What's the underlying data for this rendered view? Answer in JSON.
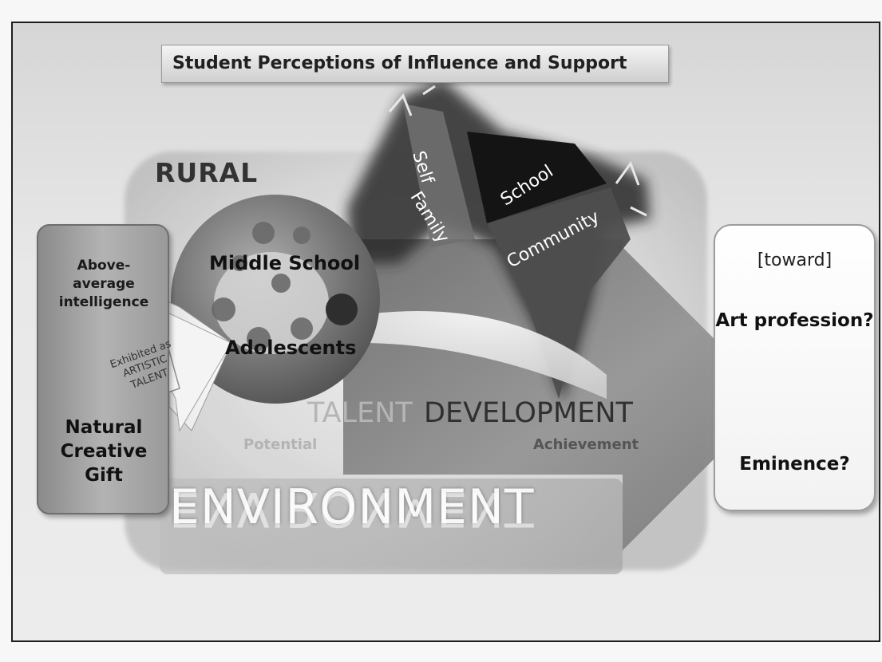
{
  "title": "Student Perceptions of  Influence and Support",
  "rural": "RURAL",
  "left_box": {
    "intelligence": "Above-average intelligence",
    "gift": "Natural Creative Gift"
  },
  "tag": "Exhibited as ARTISTIC TALENT",
  "circle": {
    "top": "Middle School",
    "bottom": "Adolescents"
  },
  "influences": {
    "self": "Self",
    "family": "Family",
    "school": "School",
    "community": "Community"
  },
  "center": {
    "talent": "TALENT",
    "development": "DEVELOPMENT",
    "potential": "Potential",
    "achievement": "Achievement"
  },
  "environment": "ENVIRONMENT",
  "right_box": {
    "toward": "[toward]",
    "art": "Art profession?",
    "eminence": "Eminence?"
  },
  "colors": {
    "frame_border": "#1e1e1e",
    "background": "#e8e8e8",
    "dark_shape": "#1a1a1a",
    "arrow": "#8c8c8c"
  }
}
